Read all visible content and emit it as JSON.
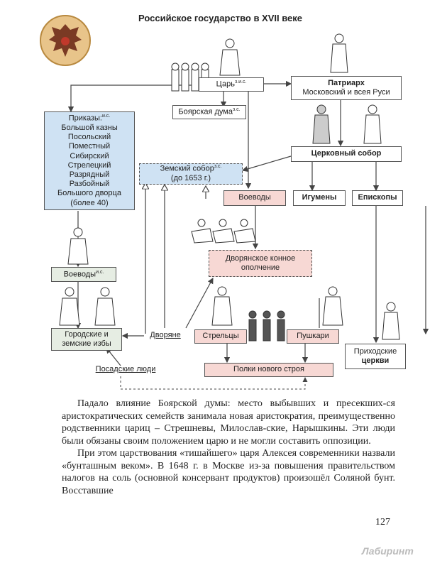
{
  "title": "Российское государство в XVII веке",
  "boxes": {
    "tsar": "Царь",
    "tsar_sup": "з.и.с.",
    "duma": "Боярская дума",
    "duma_sup": "з.с.",
    "patriarch_l1": "Патриарх",
    "patriarch_l2": "Московский и всея Руси",
    "prikazy": [
      "Приказы:",
      "Большой казны",
      "Посольский",
      "Поместный",
      "Сибирский",
      "Стрелецкий",
      "Разрядный",
      "Разбойный",
      "Большого дворца",
      "(более 40)"
    ],
    "prikazy_sup": "и.с.",
    "zemsky_l1": "Земский собор",
    "zemsky_sup": "з.с.",
    "zemsky_l2": "(до 1653 г.)",
    "church_council": "Церковный собор",
    "voevody_top": "Воеводы",
    "igumeny": "Игумены",
    "episkopy": "Епископы",
    "voevody_left": "Воеводы",
    "voevody_left_sup": "и.с.",
    "cavalry_l1": "Дворянское конное",
    "cavalry_l2": "ополчение",
    "izby_l1": "Городские и",
    "izby_l2": "земские избы",
    "dvoryane": "Дворяне",
    "streltsy": "Стрельцы",
    "pushkari": "Пушкари",
    "parish_l1": "Приходские",
    "parish_l2": "церкви",
    "posad": "Посадские люди",
    "polki": "Полки нового строя"
  },
  "paragraphs": [
    "Падало влияние Боярской думы: место выбывших и пресекших-ся аристократических семейств занимала новая аристократия, преимущественно родственники цариц – Стрешневы, Милослав-ские, Нарышкины. Эти люди были обязаны своим положением царю и не могли составить оппозиции.",
    "При этом царствования «тишайшего» царя Алексея современники назвали «бунташным веком». В 1648 г. в Москве из-за повышения правительством налогов на соль (основной консервант продуктов) произошёл Соляной бунт. Восставшие"
  ],
  "page_number": "127",
  "watermark": "Лабиринт"
}
